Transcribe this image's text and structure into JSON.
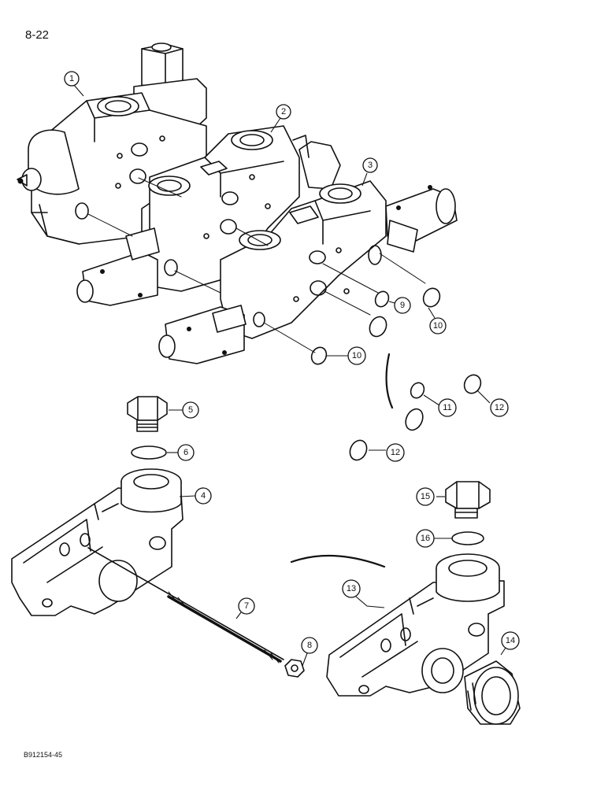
{
  "page_number": "8-22",
  "figure_code": "B912154-45",
  "callouts": [
    {
      "id": "c1",
      "label": "1"
    },
    {
      "id": "c2",
      "label": "2"
    },
    {
      "id": "c3",
      "label": "3"
    },
    {
      "id": "c4",
      "label": "4"
    },
    {
      "id": "c5",
      "label": "5"
    },
    {
      "id": "c6",
      "label": "6"
    },
    {
      "id": "c7",
      "label": "7"
    },
    {
      "id": "c8",
      "label": "8"
    },
    {
      "id": "c9",
      "label": "9"
    },
    {
      "id": "c10a",
      "label": "10"
    },
    {
      "id": "c10b",
      "label": "10"
    },
    {
      "id": "c11",
      "label": "11"
    },
    {
      "id": "c12a",
      "label": "12"
    },
    {
      "id": "c12b",
      "label": "12"
    },
    {
      "id": "c13",
      "label": "13"
    },
    {
      "id": "c14",
      "label": "14"
    },
    {
      "id": "c15",
      "label": "15"
    },
    {
      "id": "c16",
      "label": "16"
    }
  ]
}
